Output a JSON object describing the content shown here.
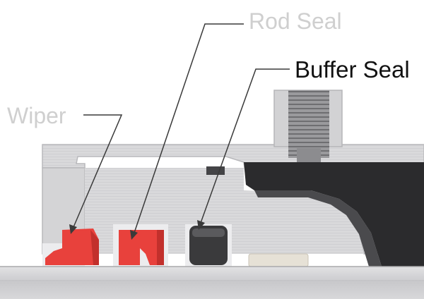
{
  "labels": {
    "rod_seal": "Rod Seal",
    "buffer_seal": "Buffer Seal",
    "wiper": "Wiper"
  },
  "colors": {
    "background": "#ffffff",
    "gland_body": "#d6d6d8",
    "gland_edge": "#b9b9bc",
    "rod": "#d3d3d5",
    "piston_dark": "#2b2b2d",
    "port_fitting": "#8f8f92",
    "wiper_seal": "#e8413c",
    "rod_seal": "#e8413c",
    "buffer_seal": "#3a3a3c",
    "leader_line": "#3a3a3a",
    "label_faded": "#cfcfcf",
    "label_dark": "#111111"
  }
}
